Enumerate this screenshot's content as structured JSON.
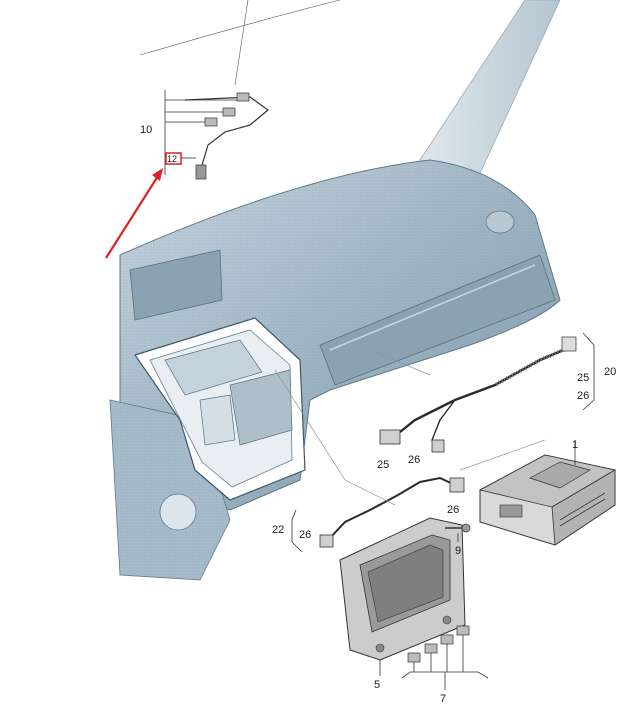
{
  "diagram": {
    "callouts": [
      {
        "id": "c1",
        "label": "1"
      },
      {
        "id": "c5",
        "label": "5"
      },
      {
        "id": "c7",
        "label": "7"
      },
      {
        "id": "c9",
        "label": "9"
      },
      {
        "id": "c10",
        "label": "10"
      },
      {
        "id": "c12",
        "label": "12"
      },
      {
        "id": "c20",
        "label": "20"
      },
      {
        "id": "c22",
        "label": "22"
      },
      {
        "id": "c25a",
        "label": "25"
      },
      {
        "id": "c25b",
        "label": "25"
      },
      {
        "id": "c26a",
        "label": "26"
      },
      {
        "id": "c26b",
        "label": "26"
      },
      {
        "id": "c26c",
        "label": "26"
      },
      {
        "id": "c26d",
        "label": "26"
      }
    ],
    "colors": {
      "dashboard": "#9fb5c4",
      "dashboard_dark": "#6f8797",
      "dashboard_light": "#c9d8e2",
      "arrow": "#e02020",
      "parts": "#8c8c8c"
    }
  }
}
